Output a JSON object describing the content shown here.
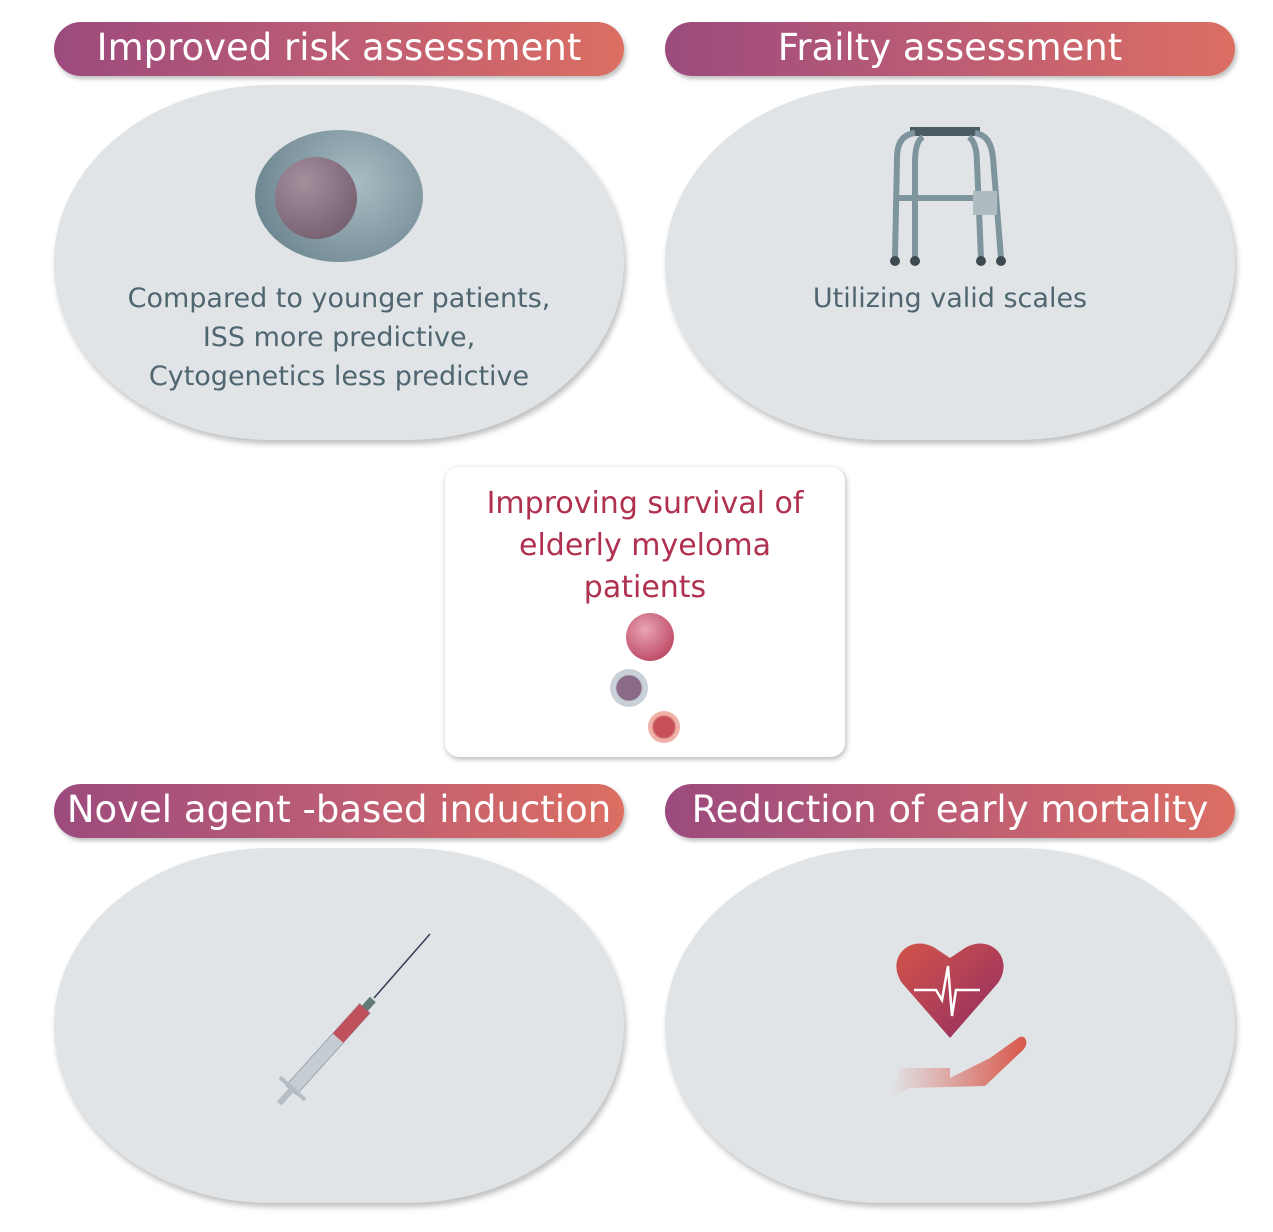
{
  "panels": [
    {
      "title": "Improved risk assessment",
      "icon": "cell-icon",
      "lines": [
        "Compared to younger patients,",
        "ISS more predictive,",
        "Cytogenetics less predictive"
      ]
    },
    {
      "title": "Frailty assessment",
      "icon": "walker-icon",
      "lines": [
        "Utilizing valid scales"
      ]
    },
    {
      "title": "Novel agent -based induction",
      "icon": "syringe-icon"
    },
    {
      "title": "Reduction of early mortality",
      "icon": "heart-in-hand-icon"
    }
  ],
  "center": {
    "lines": [
      "Improving survival of",
      "elderly myeloma",
      "patients"
    ]
  },
  "colors": {
    "gradient_start": "#9c4a7e",
    "gradient_end": "#dc6e62",
    "panel": "#e0e4e7",
    "center_text": "#b0304f"
  }
}
